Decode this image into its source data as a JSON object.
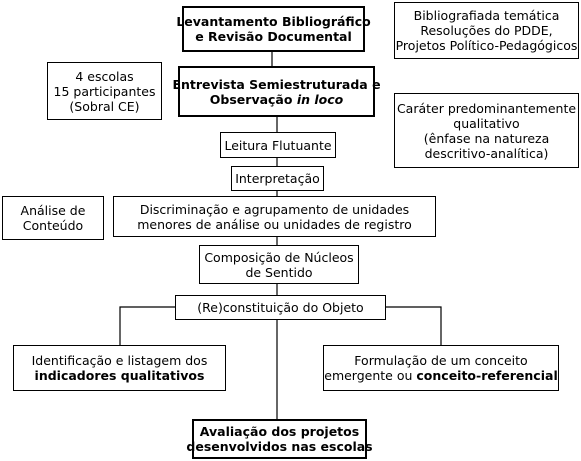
{
  "nodes": {
    "levantamento": {
      "lines": [
        "Levantamento Bibliográfico",
        "e Revisão Documental"
      ]
    },
    "fontes": {
      "lines": [
        "Bibliografiada temática",
        "Resoluções do PDDE,",
        "Projetos Político-Pedagógicos"
      ]
    },
    "escolas": {
      "lines": [
        "4 escolas",
        "15 participantes",
        "(Sobral CE)"
      ]
    },
    "entrevista": {
      "line1": "Entrevista Semiestruturada e",
      "line2_prefix": "Observação ",
      "line2_italic": "in loco"
    },
    "carater": {
      "lines": [
        "Caráter predominantemente",
        "qualitativo",
        "(ênfase na natureza",
        "descritivo-analítica)"
      ]
    },
    "leitura": {
      "text": "Leitura Flutuante"
    },
    "interpretacao": {
      "text": "Interpretação"
    },
    "analise": {
      "lines": [
        "Análise de",
        "Conteúdo"
      ]
    },
    "discriminacao": {
      "lines": [
        "Discriminação e agrupamento de unidades",
        "menores de análise ou unidades de registro"
      ]
    },
    "composicao": {
      "lines": [
        "Composição de Núcleos",
        "de Sentido"
      ]
    },
    "reconstituicao": {
      "text": "(Re)constituição do Objeto"
    },
    "identificacao": {
      "line1": "Identificação e listagem dos",
      "line2_bold": "indicadores qualitativos"
    },
    "formulacao": {
      "line1": "Formulação de um conceito",
      "line2_prefix": "emergente ou ",
      "line2_bold": "conceito-referencial"
    },
    "avaliacao": {
      "lines": [
        "Avaliação dos projetos",
        "desenvolvidos nas escolas"
      ]
    }
  },
  "colors": {
    "stroke": "#000000",
    "background": "#ffffff"
  }
}
